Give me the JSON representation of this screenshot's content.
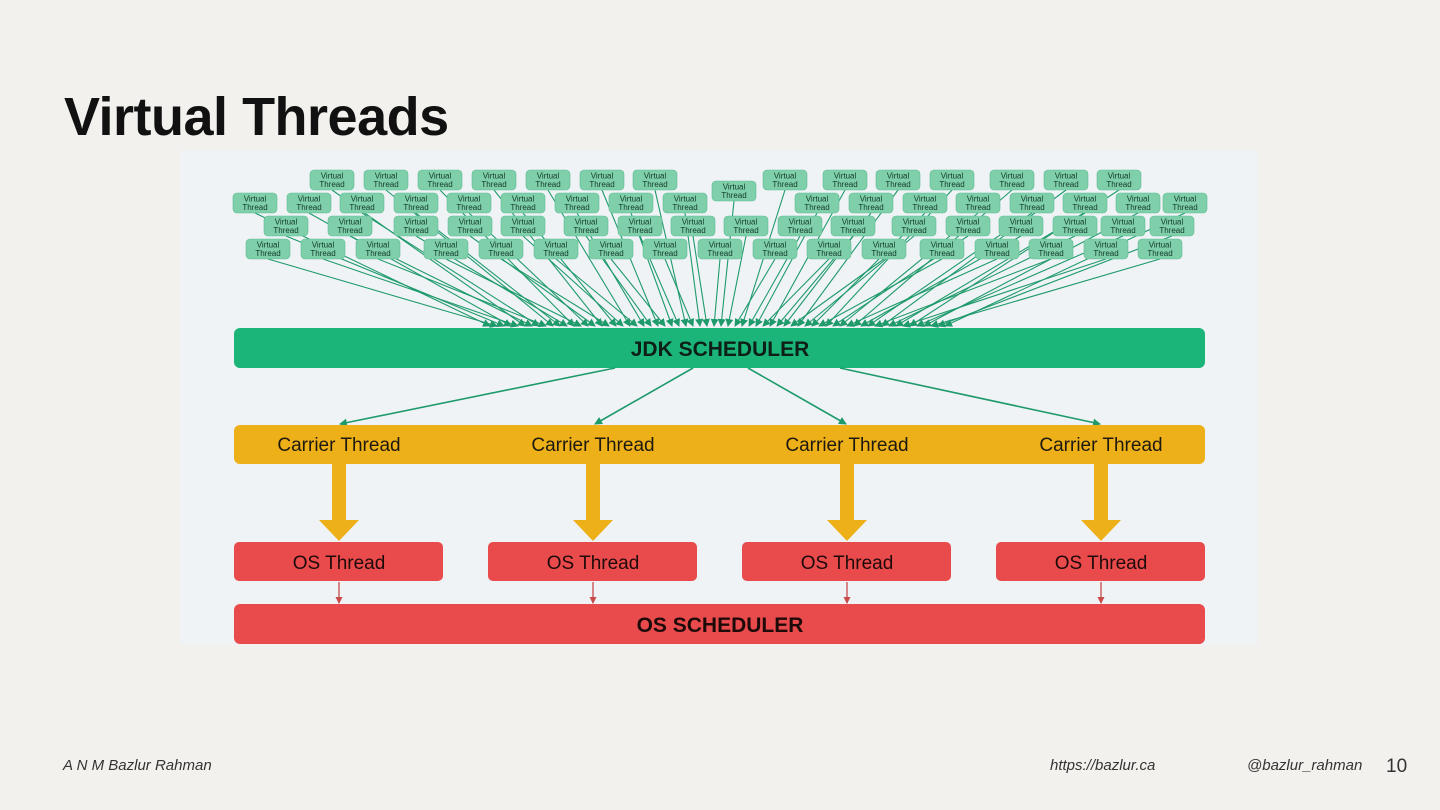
{
  "slide": {
    "title": "Virtual Threads",
    "author": "A N M Bazlur Rahman",
    "website": "https://bazlur.ca",
    "handle": "@bazlur_rahman",
    "page_number": "10"
  },
  "diagram": {
    "virtual_thread_label_line1": "Virtual",
    "virtual_thread_label_line2": "Thread",
    "jdk_scheduler": "JDK SCHEDULER",
    "carrier_threads": [
      "Carrier Thread",
      "Carrier Thread",
      "Carrier Thread",
      "Carrier Thread"
    ],
    "os_threads": [
      "OS Thread",
      "OS Thread",
      "OS Thread",
      "OS Thread"
    ],
    "os_scheduler": "OS SCHEDULER",
    "colors": {
      "virtual_thread": "#7fcfaa",
      "jdk_scheduler": "#1bb57a",
      "arrow_green": "#1f9a6b",
      "carrier": "#eeb018",
      "os_red": "#e94b4c",
      "panel": "#eff3f6"
    }
  }
}
